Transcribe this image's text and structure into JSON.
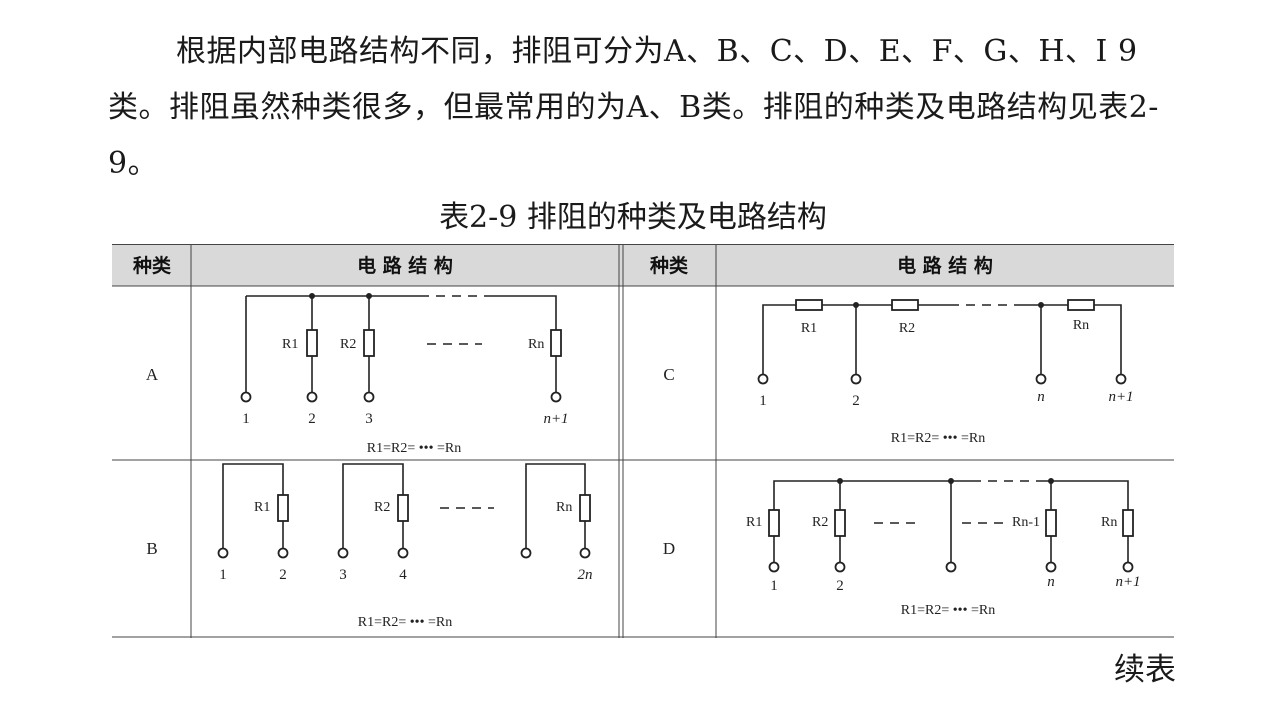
{
  "paragraph": "根据内部电路结构不同，排阻可分为A、B、C、D、E、F、G、H、I 9类。排阻虽然种类很多，但最常用的为A、B类。排阻的种类及电路结构见表2-9。",
  "caption": "表2-9 排阻的种类及电路结构",
  "table": {
    "headers": {
      "left_type": "种类",
      "left_structure": "电 路 结 构",
      "right_type": "种类",
      "right_structure": "电 路 结 构"
    },
    "rows": {
      "A": {
        "label": "A",
        "resistors": [
          "R1",
          "R2",
          "Rn"
        ],
        "pins": [
          "1",
          "2",
          "3",
          "n+1"
        ],
        "equation": "R1=R2= ••• =Rn"
      },
      "B": {
        "label": "B",
        "resistors": [
          "R1",
          "R2",
          "Rn"
        ],
        "pins": [
          "1",
          "2",
          "3",
          "4",
          "2n"
        ],
        "equation": "R1=R2= ••• =Rn"
      },
      "C": {
        "label": "C",
        "resistors": [
          "R1",
          "R2",
          "Rn"
        ],
        "pins": [
          "1",
          "2",
          "n",
          "n+1"
        ],
        "equation": "R1=R2= ••• =Rn"
      },
      "D": {
        "label": "D",
        "resistors": [
          "R1",
          "R2",
          "Rn-1",
          "Rn"
        ],
        "pins": [
          "1",
          "2",
          "n",
          "n+1"
        ],
        "equation": "R1=R2= ••• =Rn"
      }
    }
  },
  "continued": "续表"
}
